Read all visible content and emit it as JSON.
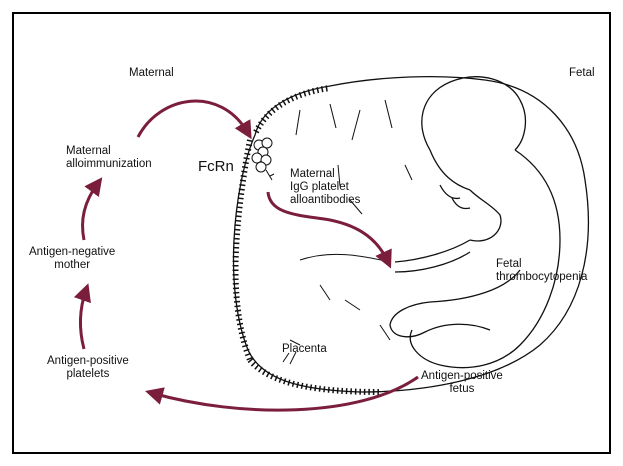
{
  "diagram": {
    "labels": {
      "maternal": "Maternal",
      "fetal": "Fetal",
      "fcrn": "FcRn",
      "maternal_alloimmunization": "Maternal\nalloimmunization",
      "antigen_negative_mother": "Antigen-negative\nmother",
      "antigen_positive_platelets": "Antigen-positive\nplatelets",
      "maternal_igg": "Maternal\nIgG platelet\nalloantibodies",
      "fetal_thrombocytopenia": "Fetal\nthrombocytopenia",
      "placenta": "Placenta",
      "antigen_positive_fetus": "Antigen-positive\nfetus"
    },
    "colors": {
      "arrow": "#7a1e3c",
      "line": "#111111",
      "background": "#ffffff"
    }
  }
}
